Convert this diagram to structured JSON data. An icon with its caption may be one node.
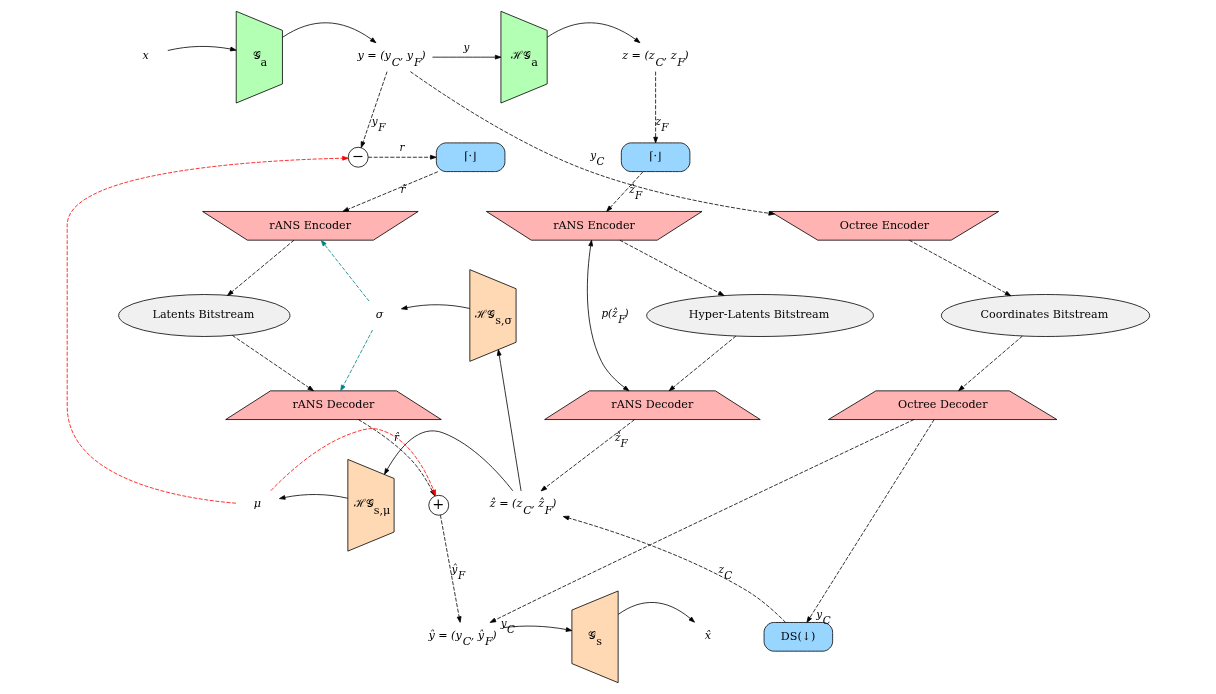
{
  "diagram": {
    "nodes": [
      {
        "text": [
          "x"
        ]
      },
      {
        "text": [
          "𝒢$_{a}$"
        ]
      },
      {
        "text": [
          "y = (y$_{C}$, y$_{F}$)"
        ]
      },
      {
        "text": [
          "ℋ𝒢$_{a}$"
        ]
      },
      {
        "text": [
          "z = (z$_{C}$, z$_{F}$)"
        ]
      },
      {
        "text": [
          "⌈·⌋"
        ]
      },
      {
        "text": [
          "−"
        ]
      },
      {
        "text": [
          "⌈·⌋"
        ]
      },
      {
        "text": [
          "rANS Encoder"
        ]
      },
      {
        "text": [
          "rANS Encoder"
        ]
      },
      {
        "text": [
          "Octree Encoder"
        ]
      },
      {
        "text": [
          "Latents Bitstream"
        ]
      },
      {
        "text": [
          "σ"
        ]
      },
      {
        "text": [
          "ℋ𝒢$_{s,σ}$"
        ]
      },
      {
        "text": [
          "Hyper-Latents Bitstream"
        ]
      },
      {
        "text": [
          "Coordinates Bitstream"
        ]
      },
      {
        "text": [
          "rANS Decoder"
        ]
      },
      {
        "text": [
          "rANS Decoder"
        ]
      },
      {
        "text": [
          "Octree Decoder"
        ]
      },
      {
        "text": [
          "+"
        ]
      },
      {
        "text": [
          "μ"
        ]
      },
      {
        "text": [
          "ℋ𝒢$_{s,μ}$"
        ]
      },
      {
        "text": [
          "ẑ = (z$_{C}$, ẑ$_{F}$)"
        ]
      },
      {
        "text": [
          "DS(↓)"
        ]
      },
      {
        "text": [
          "x̂"
        ]
      },
      {
        "text": [
          "𝒢$_{s}$"
        ]
      },
      {
        "text": [
          "ŷ = (y$_{C}$, ŷ$_{F}$)"
        ]
      }
    ],
    "edges": [
      {
        "from": 0,
        "to": 1,
        "arrow": "to"
      },
      {
        "from": 1,
        "to": 2,
        "arrow": "to"
      },
      {
        "from": 2,
        "to": 3,
        "arrow": "to",
        "label": "y"
      },
      {
        "from": 3,
        "to": 4,
        "arrow": "to"
      },
      {
        "from": 2,
        "to": 10,
        "arrow": "to",
        "label": "y$_{C}$",
        "style": "dashed"
      },
      {
        "from": 2,
        "to": 6,
        "arrow": "to",
        "label": "y$_{F}$",
        "style": "dashed"
      },
      {
        "from": 6,
        "to": 5,
        "arrow": "to",
        "label": "r",
        "style": "dashed"
      },
      {
        "from": 4,
        "to": 7,
        "arrow": "to",
        "label": "z$_{F}$",
        "style": "dashed"
      },
      {
        "from": 5,
        "to": 8,
        "arrow": "to",
        "label": "r̂",
        "style": "dashed"
      },
      {
        "from": 7,
        "to": 9,
        "arrow": "to",
        "label": "ẑ$_{F}$",
        "style": "dashed"
      },
      {
        "from": 8,
        "to": 11,
        "arrow": "to",
        "style": "dashed"
      },
      {
        "from": 9,
        "to": 14,
        "arrow": "to",
        "style": "dashed"
      },
      {
        "from": 10,
        "to": 15,
        "arrow": "to",
        "style": "dashed"
      },
      {
        "from": 11,
        "to": 16,
        "arrow": "to",
        "style": "dashed"
      },
      {
        "from": 14,
        "to": 17,
        "arrow": "to",
        "style": "dashed"
      },
      {
        "from": 15,
        "to": 18,
        "arrow": "to",
        "style": "dashed"
      },
      {
        "from": 9,
        "to": 17,
        "arrow": "both",
        "label": "p(ẑ$_{F}$)"
      },
      {
        "from": 22,
        "to": 13,
        "arrow": "to"
      },
      {
        "from": 22,
        "to": 21,
        "arrow": "to"
      },
      {
        "from": 13,
        "to": 12,
        "arrow": "to"
      },
      {
        "from": 21,
        "to": 20,
        "arrow": "to"
      },
      {
        "from": 12,
        "to": 8,
        "arrow": "to",
        "style": "dashed",
        "color": "#008080"
      },
      {
        "from": 12,
        "to": 16,
        "arrow": "to",
        "style": "dashed",
        "color": "#008080"
      },
      {
        "from": 20,
        "to": 6,
        "arrow": "to",
        "style": "dashed",
        "color": "#ff0000"
      },
      {
        "from": 20,
        "to": 19,
        "arrow": "to",
        "style": "dashed",
        "color": "#ff0000"
      },
      {
        "from": 17,
        "to": 22,
        "arrow": "to",
        "label": "ẑ$_{F}$",
        "style": "dashed"
      },
      {
        "from": 23,
        "to": 22,
        "arrow": "to",
        "label": "z$_{C}$",
        "style": "dashed"
      },
      {
        "from": 18,
        "to": 23,
        "arrow": "to",
        "label": "y$_{C}$",
        "style": "dashed"
      },
      {
        "from": 18,
        "to": 26,
        "arrow": "to",
        "label": "y$_{C}$",
        "style": "dashed"
      },
      {
        "from": 16,
        "to": 19,
        "arrow": "to",
        "label": "r̂",
        "style": "dashed"
      },
      {
        "from": 19,
        "to": 26,
        "arrow": "to",
        "label": "ŷ$_{F}$",
        "style": "dashed"
      },
      {
        "from": 26,
        "to": 25,
        "arrow": "to"
      },
      {
        "from": 25,
        "to": 24,
        "arrow": "to"
      }
    ]
  }
}
